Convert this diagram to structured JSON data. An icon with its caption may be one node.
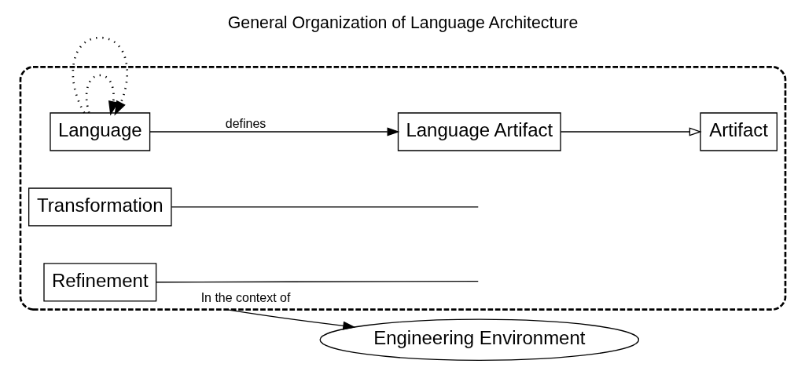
{
  "diagram": {
    "title": "General Organization of Language Architecture",
    "nodes": [
      {
        "text": [],
        "shape": "box"
      },
      {
        "text": [
          "Refinement"
        ],
        "in": 0
      },
      {
        "text": [
          "Language"
        ],
        "in": 0
      },
      {
        "text": [
          "Transformation"
        ],
        "in": 0
      },
      {
        "text": [
          "Language Artifact"
        ],
        "in": 0
      },
      {
        "text": [
          "Artifact"
        ],
        "in": 0
      },
      {
        "text": [
          "Engineering Environment"
        ]
      }
    ],
    "edges": [
      {
        "from": 2,
        "to": 2,
        "arrow": "to",
        "style": "dashed"
      },
      {
        "from": 2,
        "to": 2,
        "arrow": "to",
        "style": "dashed"
      },
      {
        "from": 1,
        "to": null,
        "arrow": "none"
      },
      {
        "from": 3,
        "to": null,
        "arrow": "none"
      },
      {
        "from": 2,
        "to": 4,
        "arrow": "to",
        "label": "defines"
      },
      {
        "from": 4,
        "to": 5,
        "arrow": "to"
      },
      {
        "from": 0,
        "to": 6,
        "arrow": "to",
        "label": "In the context of"
      }
    ]
  }
}
